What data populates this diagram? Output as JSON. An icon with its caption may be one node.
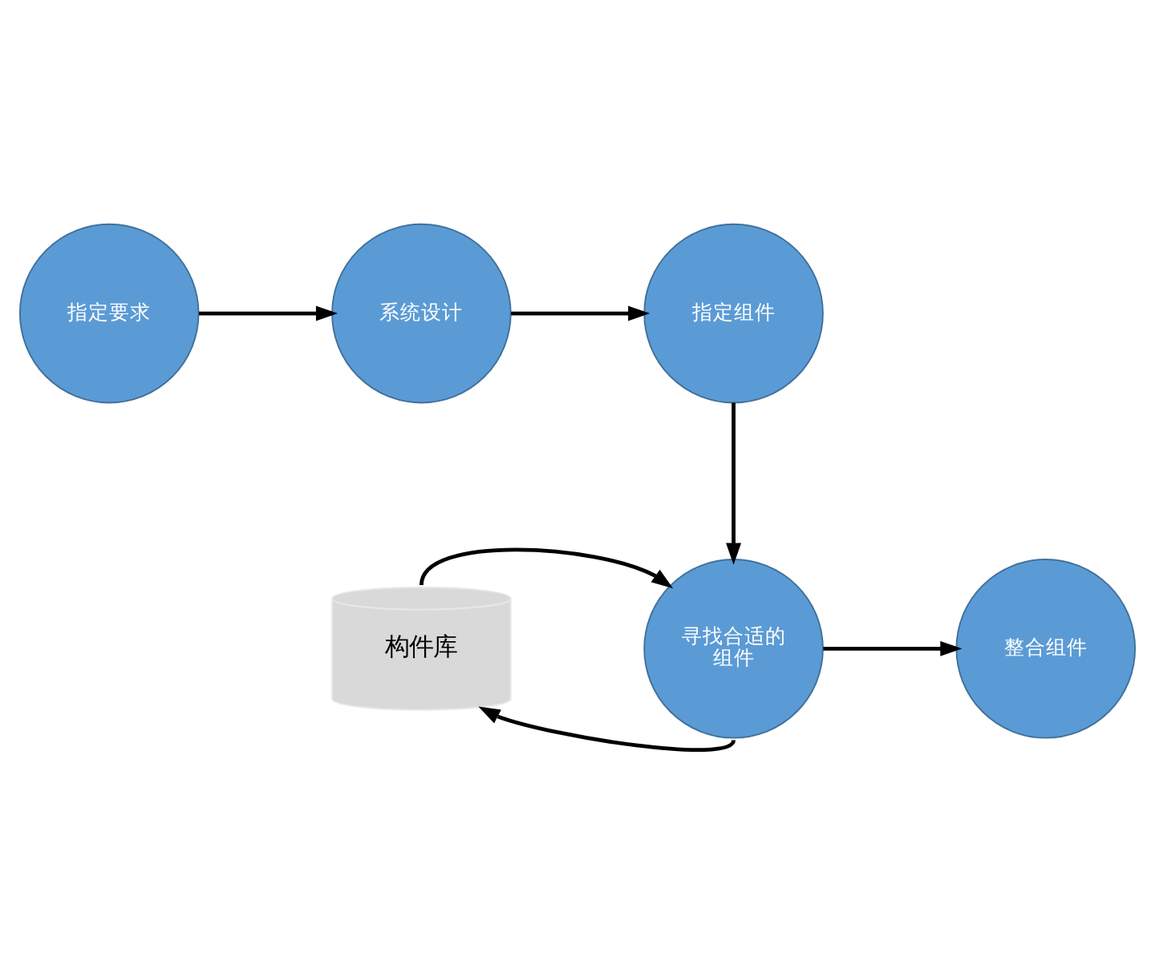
{
  "diagram": {
    "nodes": [
      {
        "text": [
          "指定要求"
        ]
      },
      {
        "text": [
          "系统设计"
        ]
      },
      {
        "text": [
          "指定组件"
        ]
      },
      {
        "text": [
          "寻找合适的组件"
        ]
      },
      {
        "text": [
          "构件库"
        ]
      },
      {
        "text": [
          "整合组件"
        ]
      }
    ],
    "edges": [
      {
        "from": 0,
        "to": 1,
        "arrow": "to"
      },
      {
        "from": 1,
        "to": 2,
        "arrow": "to"
      },
      {
        "from": 2,
        "to": 3,
        "arrow": "to"
      },
      {
        "from": 4,
        "to": 3,
        "arrow": "to"
      },
      {
        "from": 3,
        "to": 4,
        "arrow": "to"
      },
      {
        "from": 3,
        "to": 5,
        "arrow": "to"
      }
    ]
  }
}
